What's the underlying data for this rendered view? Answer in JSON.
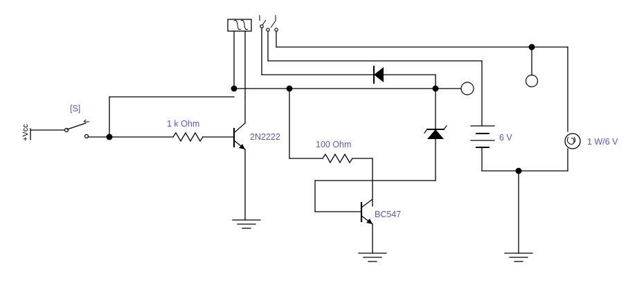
{
  "labels": {
    "vcc": "+Vcc",
    "switch": "[S]",
    "r1": "1 k Ohm",
    "q1": "2N2222",
    "r2": "100  Ohm",
    "q2": "BC547",
    "battery": "6 V",
    "lamp": "1 W/6 V"
  },
  "colors": {
    "label": "#5a5aa8",
    "wire": "#000000"
  },
  "icons": [
    "relay-coil-icon",
    "relay-contacts-icon",
    "switch-icon",
    "resistor-icon",
    "npn-transistor-icon",
    "diode-icon",
    "zener-diode-icon",
    "battery-icon",
    "lamp-icon",
    "ground-icon"
  ]
}
